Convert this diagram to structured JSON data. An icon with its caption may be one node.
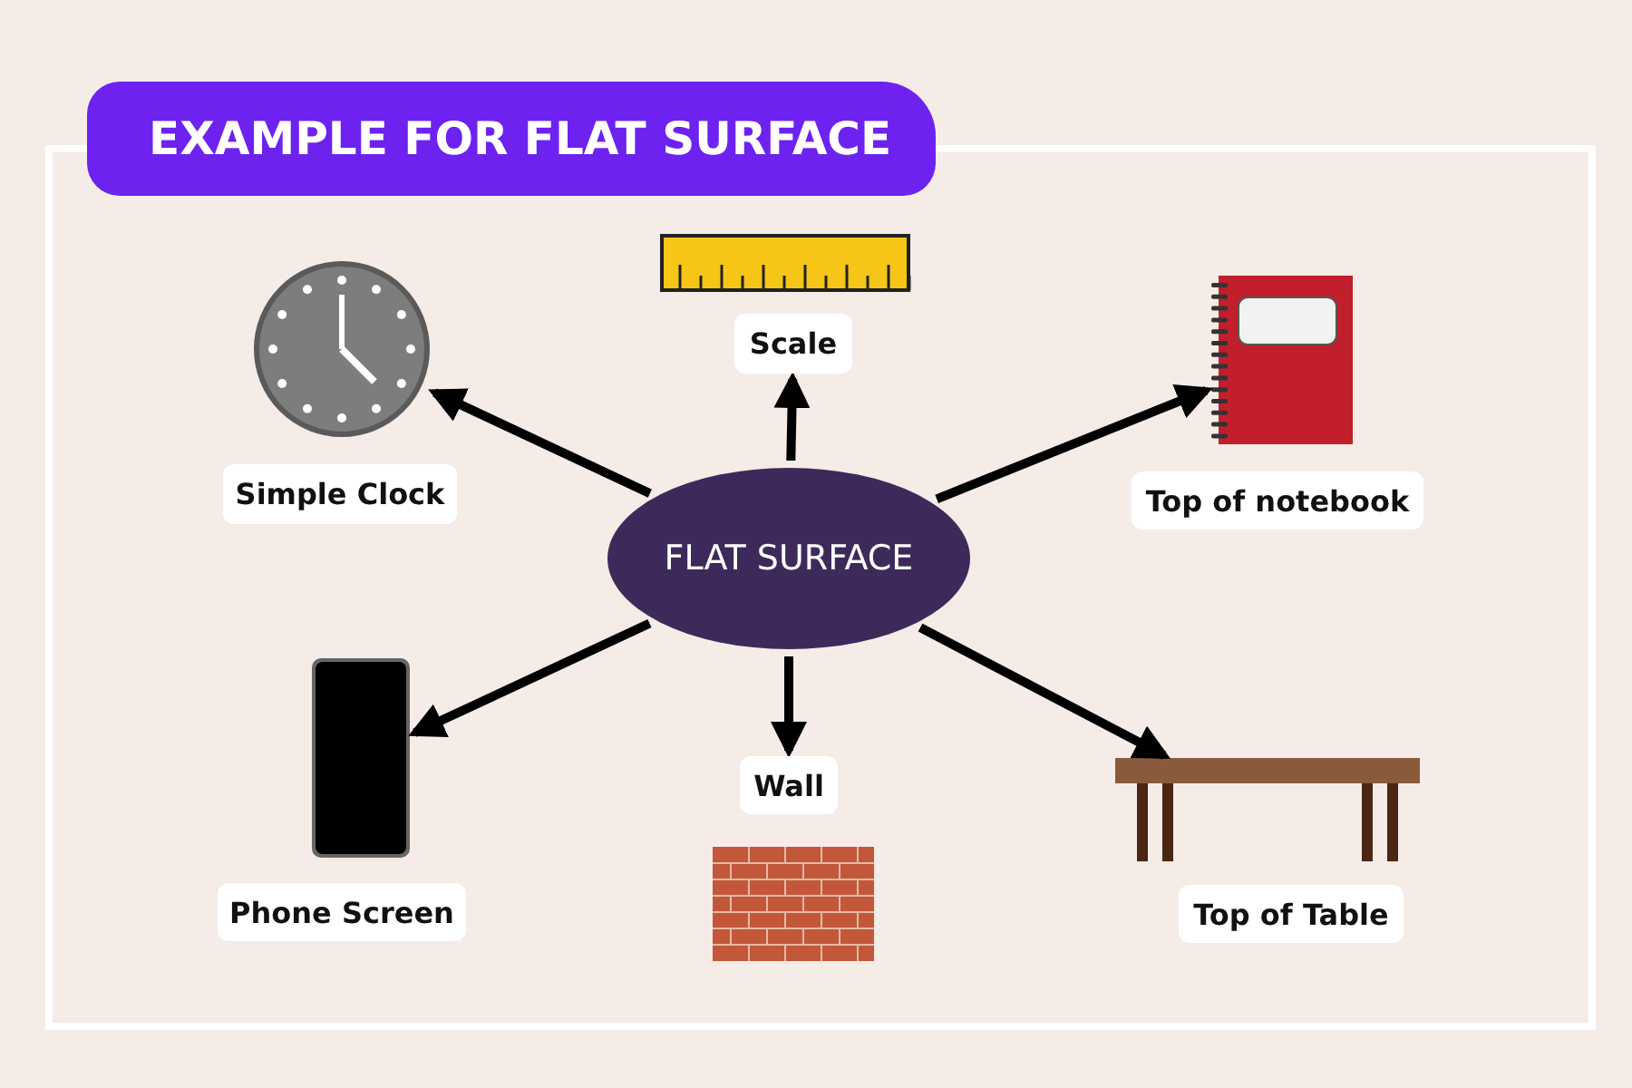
{
  "diagram": {
    "title": "EXAMPLE FOR FLAT SURFACE",
    "nodes": [
      {
        "text": [
          "FLAT SURFACE"
        ]
      },
      {
        "text": [],
        "shape": "picture"
      },
      {
        "text": [
          "Simple Clock"
        ]
      },
      {
        "text": [
          "Scale"
        ]
      },
      {
        "text": [],
        "shape": "picture"
      },
      {
        "text": [
          "Top of notebook"
        ]
      },
      {
        "text": [],
        "shape": "picture"
      },
      {
        "text": [
          "Phone Screen"
        ]
      },
      {
        "text": [
          "Wall"
        ]
      },
      {
        "text": [],
        "shape": "picture"
      },
      {
        "text": [
          "Top of Table"
        ]
      }
    ],
    "edges": [
      {
        "from": 0,
        "to": 1,
        "arrow": "to"
      },
      {
        "from": 0,
        "to": 3,
        "arrow": "to"
      },
      {
        "from": 0,
        "to": 4,
        "arrow": "to"
      },
      {
        "from": 0,
        "to": 6,
        "arrow": "to"
      },
      {
        "from": 0,
        "to": 8,
        "arrow": "to"
      },
      {
        "from": 0,
        "to": 9,
        "arrow": "to"
      }
    ]
  }
}
